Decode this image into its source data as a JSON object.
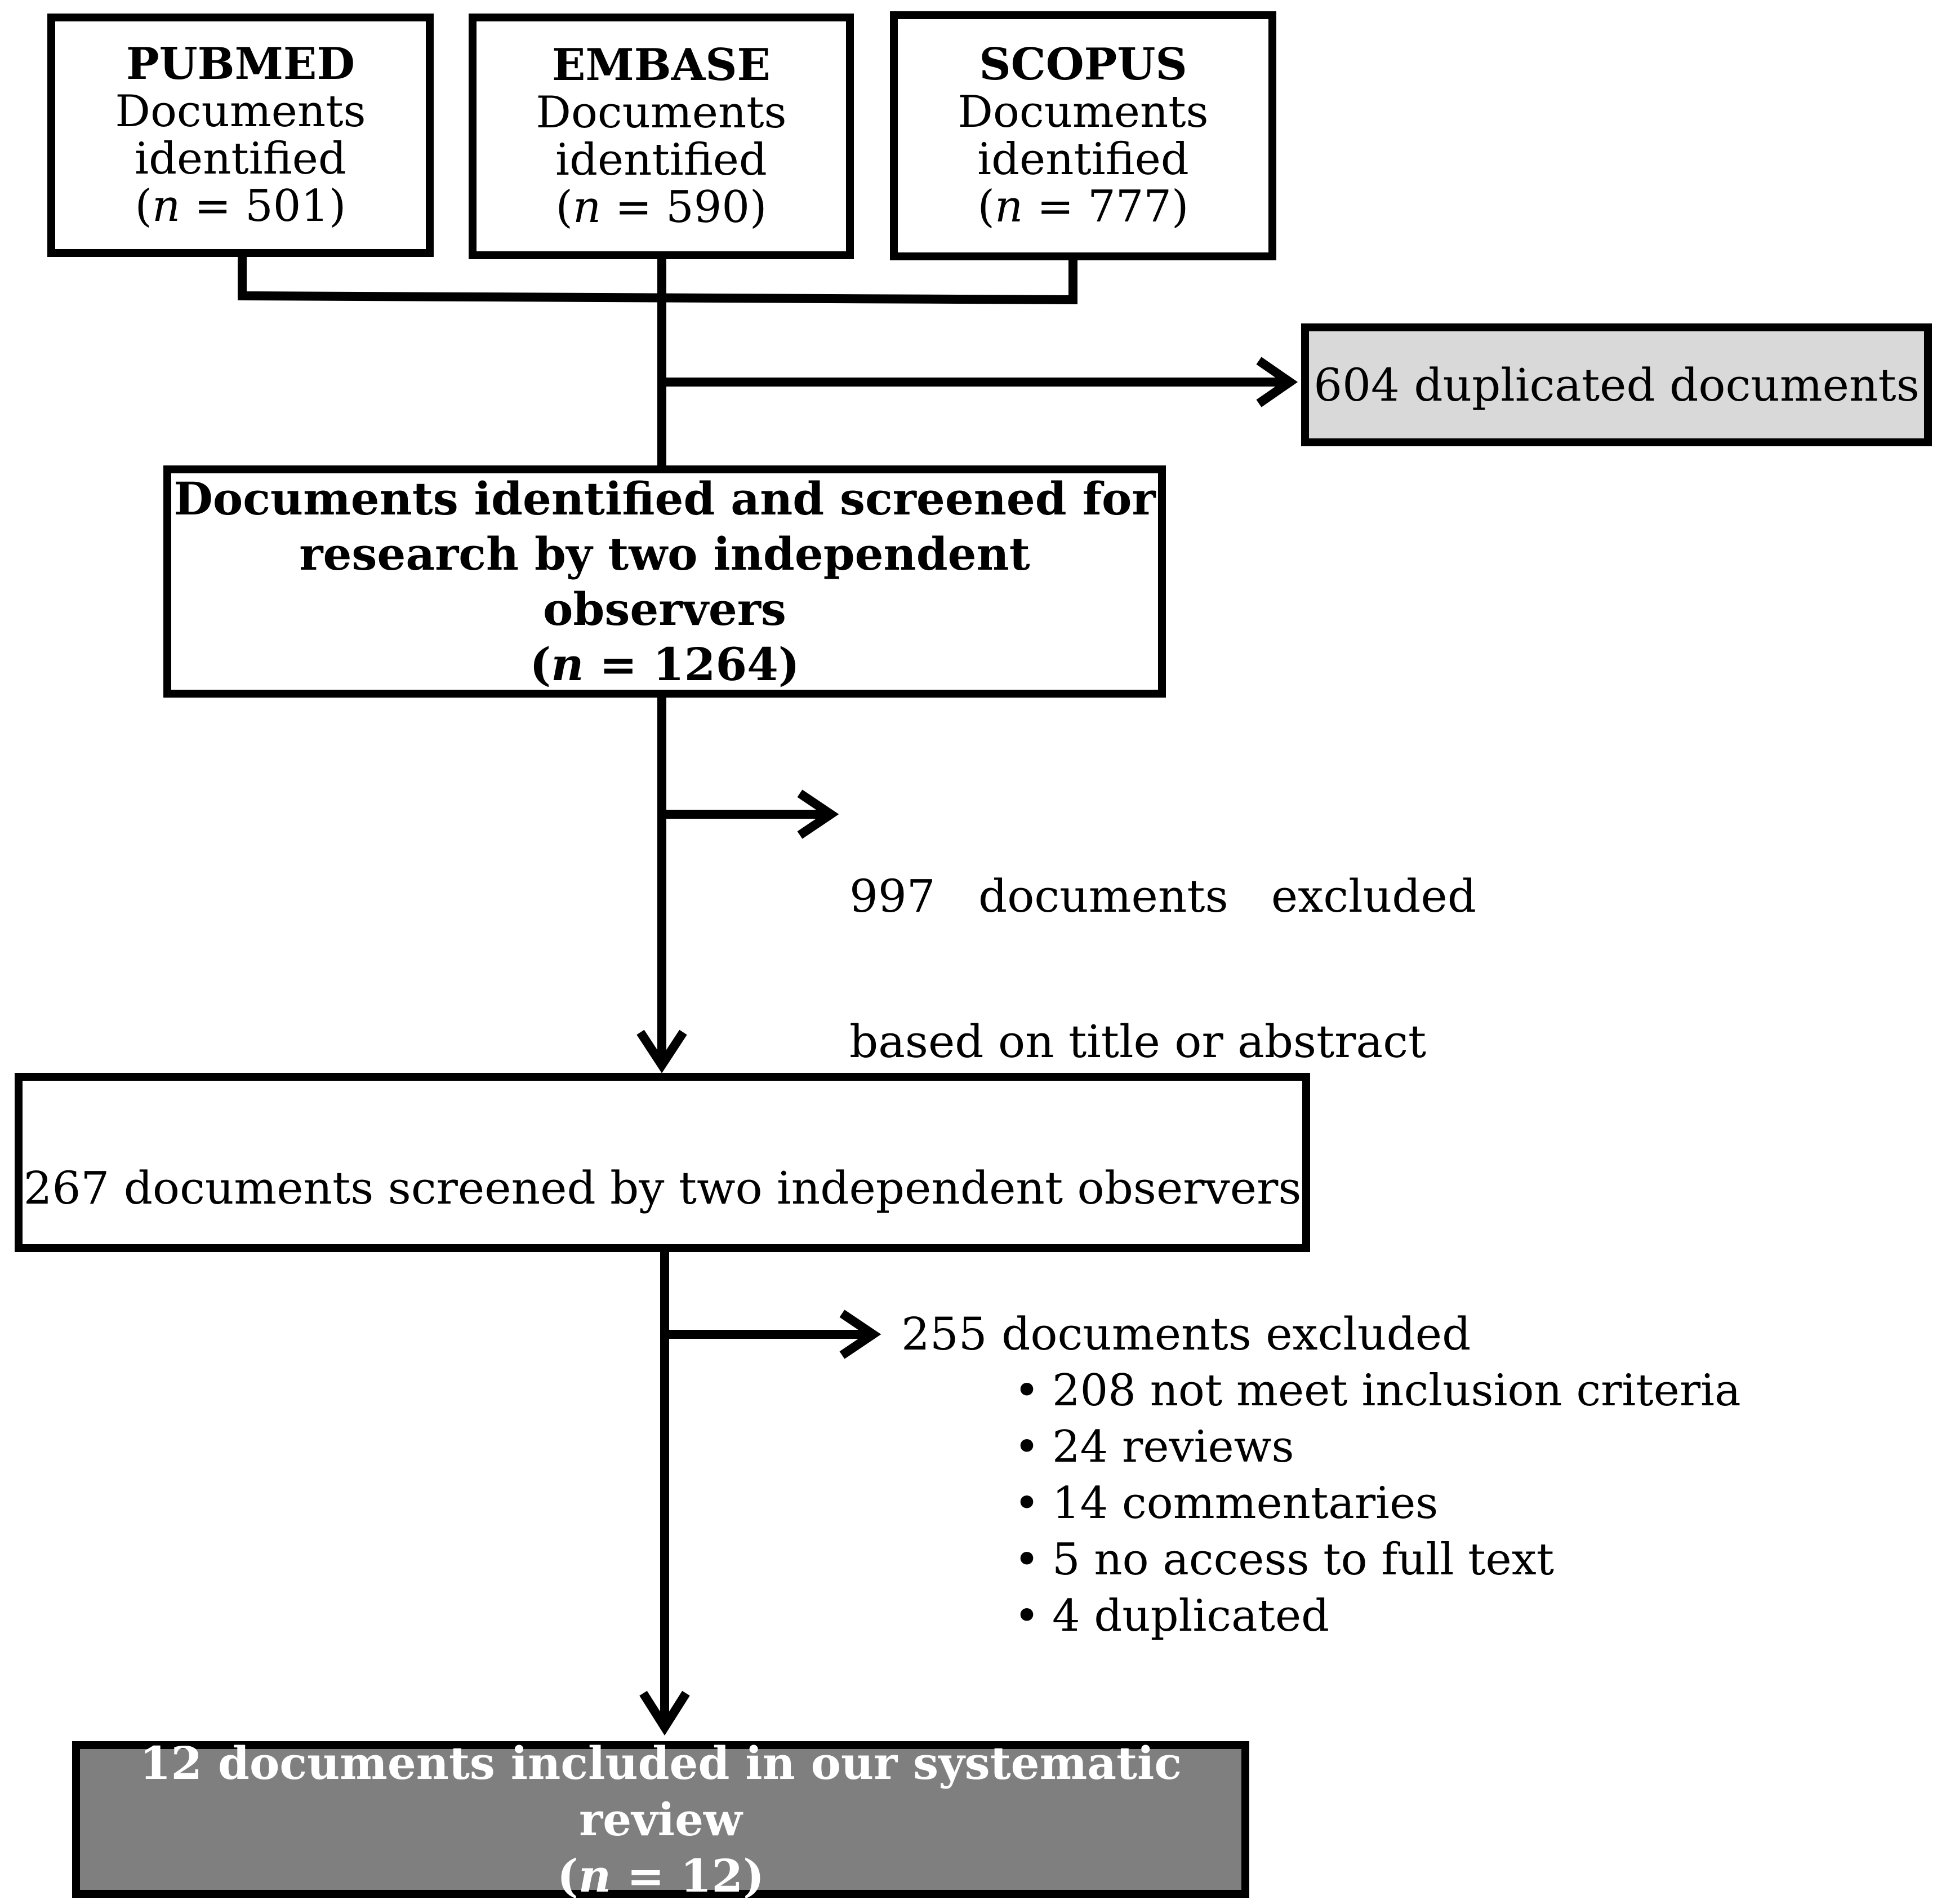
{
  "sources": [
    {
      "name": "PUBMED",
      "line1": "Documents",
      "line2": "identified",
      "n_prefix": "(",
      "n_var": "n",
      "n_suffix": " = 501)"
    },
    {
      "name": "EMBASE",
      "line1": "Documents",
      "line2": "identified",
      "n_prefix": "(",
      "n_var": "n",
      "n_suffix": " = 590)"
    },
    {
      "name": "SCOPUS",
      "line1": "Documents",
      "line2": "identified",
      "n_prefix": "(",
      "n_var": "n",
      "n_suffix": " = 777)"
    }
  ],
  "duplicates": {
    "text": "604 duplicated documents"
  },
  "screened_box": {
    "line1": "Documents identified and screened for",
    "line2": "research by two independent observers",
    "n_prefix": "(",
    "n_var": "n",
    "n_suffix": " = 1264)"
  },
  "excluded_title": {
    "line1": "997   documents   excluded",
    "line2": "based on title or abstract"
  },
  "fulltext_box": {
    "text": "267 documents screened by two independent observers"
  },
  "excluded_fulltext": {
    "heading": "255 documents excluded",
    "reasons": [
      "208 not meet inclusion criteria",
      "24 reviews",
      "14 commentaries",
      "5 no access to full text",
      "4 duplicated"
    ]
  },
  "included_box": {
    "line1": "12 documents included in our systematic review",
    "n_prefix": "(",
    "n_var": "n",
    "n_suffix": " = 12)"
  },
  "colors": {
    "duplicates_fill": "#d9d9d9",
    "included_fill": "#7f7f7f",
    "included_text": "#ffffff",
    "line": "#000000"
  }
}
